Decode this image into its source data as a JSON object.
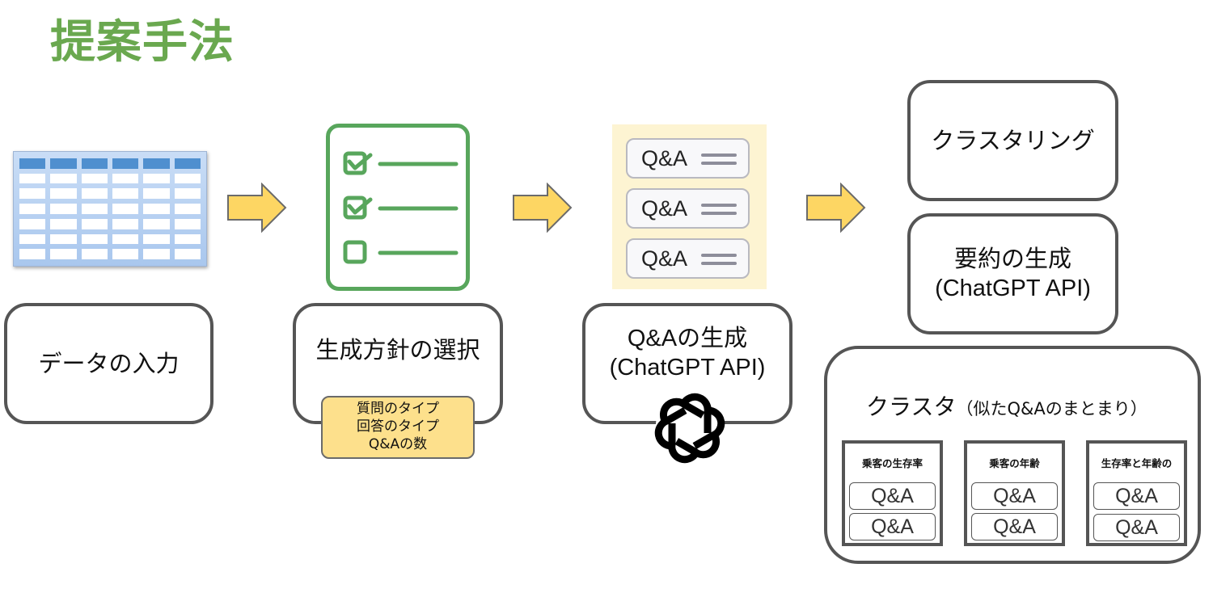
{
  "title": "提案手法",
  "colors": {
    "title_green": "#6aa84f",
    "arrow_fill": "#fdd663",
    "checklist_green": "#58a65c",
    "note_fill": "#fde08c",
    "box_border": "#555555"
  },
  "steps": [
    {
      "id": "data-input",
      "label": "データの入力",
      "icon": "table-icon"
    },
    {
      "id": "policy-select",
      "label": "生成方針の選択",
      "icon": "checklist-icon",
      "note": [
        "質問のタイプ",
        "回答のタイプ",
        "Q&Aの数"
      ]
    },
    {
      "id": "qa-generation",
      "label_lines": [
        "Q&Aの生成",
        "(ChatGPT API)"
      ],
      "icon": "qa-cards-icon",
      "qa_cards": [
        "Q&A",
        "Q&A",
        "Q&A"
      ],
      "badge_icon": "openai-logo-icon"
    },
    {
      "id": "post-process",
      "clustering_label": "クラスタリング",
      "summary_lines": [
        "要約の生成",
        "(ChatGPT API)"
      ],
      "cluster": {
        "title": "クラスタ",
        "subtitle": "（似たQ&Aのまとまり）",
        "groups": [
          {
            "label": "乗客の生存率",
            "items": [
              "Q&A",
              "Q&A"
            ]
          },
          {
            "label": "乗客の年齢",
            "items": [
              "Q&A",
              "Q&A"
            ]
          },
          {
            "label": "生存率と年齢の",
            "items": [
              "Q&A",
              "Q&A"
            ]
          }
        ]
      }
    }
  ],
  "checklist": {
    "items": [
      {
        "checked": true
      },
      {
        "checked": true
      },
      {
        "checked": false
      }
    ]
  }
}
